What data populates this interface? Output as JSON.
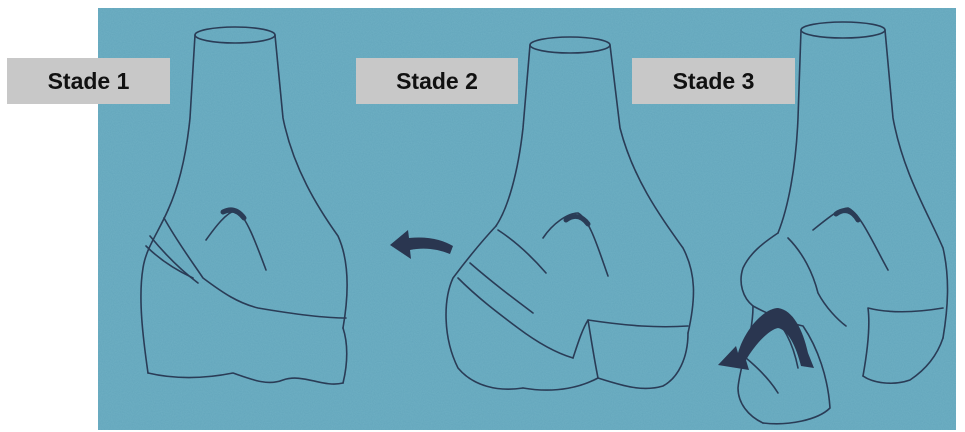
{
  "labels": {
    "stage1": "Stade 1",
    "stage2": "Stade 2",
    "stage3": "Stade 3"
  },
  "colors": {
    "background": "#6fb0c4",
    "line": "#2a3c56",
    "arrow": "#2a3650",
    "label_bg": "#c8c8c8",
    "label_text": "#111111"
  }
}
